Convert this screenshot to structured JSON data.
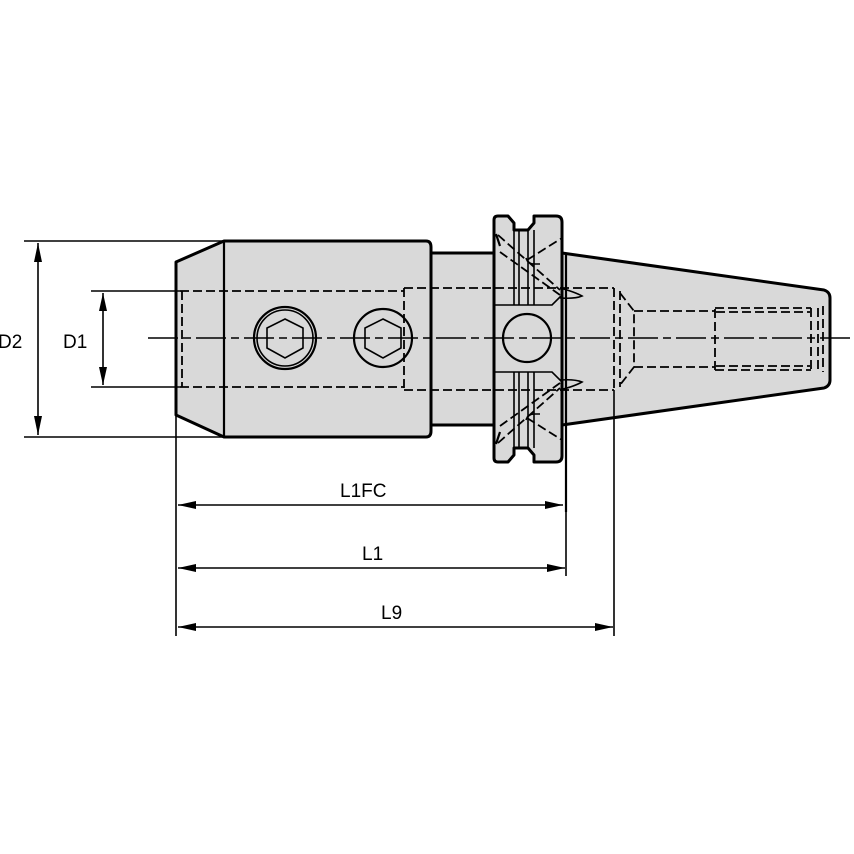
{
  "drawing": {
    "title": "Tool holder side-view dimension drawing",
    "fill_color": "#d9d9d9",
    "line_color": "#000000",
    "background": "#ffffff"
  },
  "dimensions": {
    "d2": {
      "label": "D2",
      "orientation": "vertical"
    },
    "d1": {
      "label": "D1",
      "orientation": "vertical"
    },
    "l1fc": {
      "label": "L1FC",
      "orientation": "horizontal"
    },
    "l1": {
      "label": "L1",
      "orientation": "horizontal"
    },
    "l9": {
      "label": "L9",
      "orientation": "horizontal"
    }
  },
  "features": {
    "clamp_screws": [
      "hex-socket-screw-1",
      "hex-socket-screw-2"
    ],
    "flange": "v-groove-flange",
    "taper": "steep-taper-shank"
  }
}
